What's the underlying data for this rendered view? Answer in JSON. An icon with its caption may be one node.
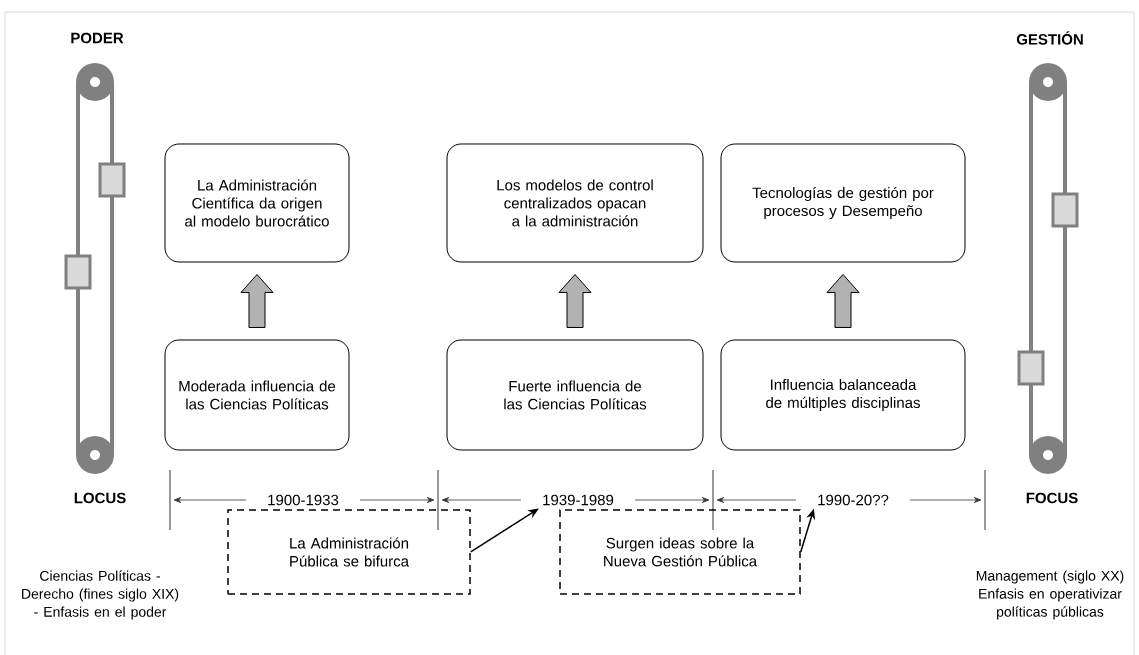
{
  "diagram": {
    "nodes": [
      {
        "text": [
          "La Administración Científica da origen al modelo burocrático"
        ]
      },
      {
        "text": [
          "Los modelos de control centralizados opacan a la administración"
        ]
      },
      {
        "text": [
          "Tecnologías de gestión por procesos y Desempeño"
        ]
      },
      {
        "text": [
          "Moderada influencia de las Ciencias Políticas"
        ]
      },
      {
        "text": [
          "Fuerte influencia de las Ciencias Políticas"
        ]
      },
      {
        "text": [
          "Influencia balanceada de múltiples disciplinas"
        ]
      },
      {
        "text": [
          "La Administración Pública se bifurca"
        ]
      },
      {
        "text": [
          "Surgen ideas sobre la Nueva Gestión Pública"
        ]
      },
      {
        "text": [
          "1900-1933"
        ]
      },
      {
        "text": [
          "1939-1989"
        ]
      },
      {
        "text": [
          "1990-20??"
        ]
      }
    ],
    "edges": [
      {
        "from": 3,
        "to": 0,
        "arrow": "to",
        "style": "thick"
      },
      {
        "from": 4,
        "to": 1,
        "arrow": "to",
        "style": "thick"
      },
      {
        "from": 5,
        "to": 2,
        "arrow": "to",
        "style": "thick"
      },
      {
        "from": 6,
        "to": 9,
        "arrow": "to"
      },
      {
        "from": 7,
        "to": 10,
        "arrow": "to"
      }
    ],
    "labels": [
      "PODER",
      "GESTIÓN",
      "LOCUS",
      "FOCUS",
      "Ciencias Políticas - Derecho (fines siglo XIX) - Enfasis en el poder",
      "Management (siglo XX) Enfasis en operativizar políticas públicas"
    ]
  }
}
